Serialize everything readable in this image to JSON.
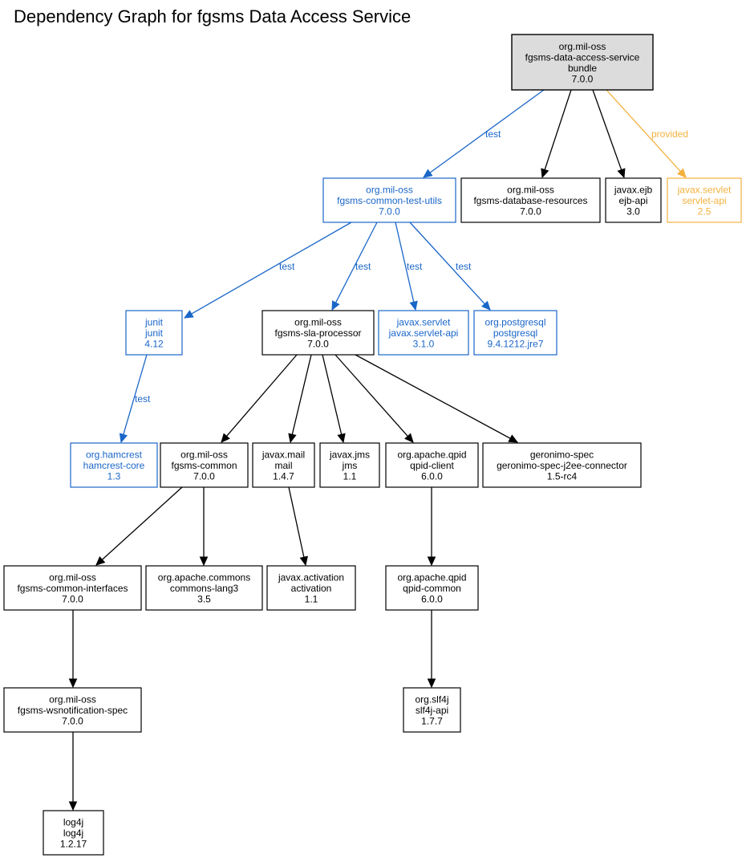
{
  "title": "Dependency Graph for fgsms Data Access Service",
  "colors": {
    "compile": "#000000",
    "test": "#1a66c8",
    "provided": "#f3b13f",
    "root_fill": "#dcdcdc"
  },
  "nodes": [
    {
      "id": "root",
      "kind": "root",
      "lines": [
        "org.mil-oss",
        "fgsms-data-access-service",
        "bundle",
        "7.0.0"
      ]
    },
    {
      "id": "test-utils",
      "kind": "test",
      "lines": [
        "org.mil-oss",
        "fgsms-common-test-utils",
        "7.0.0"
      ]
    },
    {
      "id": "db-resources",
      "kind": "compile",
      "lines": [
        "org.mil-oss",
        "fgsms-database-resources",
        "7.0.0"
      ]
    },
    {
      "id": "ejb-api",
      "kind": "compile",
      "lines": [
        "javax.ejb",
        "ejb-api",
        "3.0"
      ]
    },
    {
      "id": "servlet-api-25",
      "kind": "provided",
      "lines": [
        "javax.servlet",
        "servlet-api",
        "2.5"
      ]
    },
    {
      "id": "junit",
      "kind": "test",
      "lines": [
        "junit",
        "junit",
        "4.12"
      ]
    },
    {
      "id": "sla-processor",
      "kind": "compile",
      "lines": [
        "org.mil-oss",
        "fgsms-sla-processor",
        "7.0.0"
      ]
    },
    {
      "id": "servlet-api-31",
      "kind": "test",
      "lines": [
        "javax.servlet",
        "javax.servlet-api",
        "3.1.0"
      ]
    },
    {
      "id": "postgresql",
      "kind": "test",
      "lines": [
        "org.postgresql",
        "postgresql",
        "9.4.1212.jre7"
      ]
    },
    {
      "id": "hamcrest",
      "kind": "test",
      "lines": [
        "org.hamcrest",
        "hamcrest-core",
        "1.3"
      ]
    },
    {
      "id": "common",
      "kind": "compile",
      "lines": [
        "org.mil-oss",
        "fgsms-common",
        "7.0.0"
      ]
    },
    {
      "id": "mail",
      "kind": "compile",
      "lines": [
        "javax.mail",
        "mail",
        "1.4.7"
      ]
    },
    {
      "id": "jms",
      "kind": "compile",
      "lines": [
        "javax.jms",
        "jms",
        "1.1"
      ]
    },
    {
      "id": "qpid-client",
      "kind": "compile",
      "lines": [
        "org.apache.qpid",
        "qpid-client",
        "6.0.0"
      ]
    },
    {
      "id": "geronimo",
      "kind": "compile",
      "lines": [
        "geronimo-spec",
        "geronimo-spec-j2ee-connector",
        "1.5-rc4"
      ]
    },
    {
      "id": "common-interfaces",
      "kind": "compile",
      "lines": [
        "org.mil-oss",
        "fgsms-common-interfaces",
        "7.0.0"
      ]
    },
    {
      "id": "commons-lang3",
      "kind": "compile",
      "lines": [
        "org.apache.commons",
        "commons-lang3",
        "3.5"
      ]
    },
    {
      "id": "activation",
      "kind": "compile",
      "lines": [
        "javax.activation",
        "activation",
        "1.1"
      ]
    },
    {
      "id": "qpid-common",
      "kind": "compile",
      "lines": [
        "org.apache.qpid",
        "qpid-common",
        "6.0.0"
      ]
    },
    {
      "id": "wsnotification",
      "kind": "compile",
      "lines": [
        "org.mil-oss",
        "fgsms-wsnotification-spec",
        "7.0.0"
      ]
    },
    {
      "id": "slf4j",
      "kind": "compile",
      "lines": [
        "org.slf4j",
        "slf4j-api",
        "1.7.7"
      ]
    },
    {
      "id": "log4j",
      "kind": "compile",
      "lines": [
        "log4j",
        "log4j",
        "1.2.17"
      ]
    }
  ],
  "edges": [
    {
      "from": "root",
      "to": "test-utils",
      "kind": "test",
      "label": "test"
    },
    {
      "from": "root",
      "to": "db-resources",
      "kind": "compile",
      "label": ""
    },
    {
      "from": "root",
      "to": "ejb-api",
      "kind": "compile",
      "label": ""
    },
    {
      "from": "root",
      "to": "servlet-api-25",
      "kind": "provided",
      "label": "provided"
    },
    {
      "from": "test-utils",
      "to": "junit",
      "kind": "test",
      "label": "test"
    },
    {
      "from": "test-utils",
      "to": "sla-processor",
      "kind": "test",
      "label": "test"
    },
    {
      "from": "test-utils",
      "to": "servlet-api-31",
      "kind": "test",
      "label": "test"
    },
    {
      "from": "test-utils",
      "to": "postgresql",
      "kind": "test",
      "label": "test"
    },
    {
      "from": "junit",
      "to": "hamcrest",
      "kind": "test",
      "label": "test"
    },
    {
      "from": "sla-processor",
      "to": "common",
      "kind": "compile",
      "label": ""
    },
    {
      "from": "sla-processor",
      "to": "mail",
      "kind": "compile",
      "label": ""
    },
    {
      "from": "sla-processor",
      "to": "jms",
      "kind": "compile",
      "label": ""
    },
    {
      "from": "sla-processor",
      "to": "qpid-client",
      "kind": "compile",
      "label": ""
    },
    {
      "from": "sla-processor",
      "to": "geronimo",
      "kind": "compile",
      "label": ""
    },
    {
      "from": "common",
      "to": "common-interfaces",
      "kind": "compile",
      "label": ""
    },
    {
      "from": "common",
      "to": "commons-lang3",
      "kind": "compile",
      "label": ""
    },
    {
      "from": "mail",
      "to": "activation",
      "kind": "compile",
      "label": ""
    },
    {
      "from": "qpid-client",
      "to": "qpid-common",
      "kind": "compile",
      "label": ""
    },
    {
      "from": "common-interfaces",
      "to": "wsnotification",
      "kind": "compile",
      "label": ""
    },
    {
      "from": "qpid-common",
      "to": "slf4j",
      "kind": "compile",
      "label": ""
    },
    {
      "from": "wsnotification",
      "to": "log4j",
      "kind": "compile",
      "label": ""
    }
  ]
}
